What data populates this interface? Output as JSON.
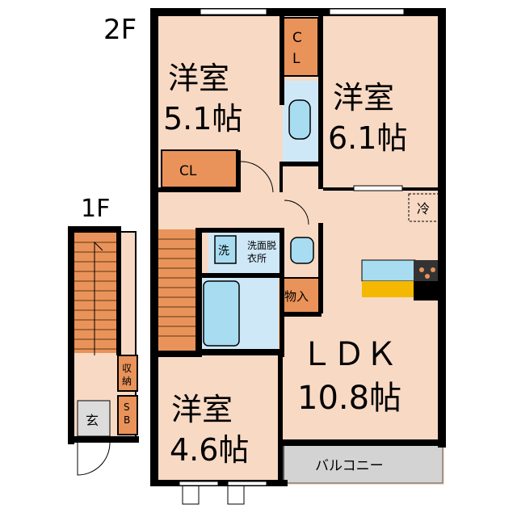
{
  "floors": {
    "upper": "2F",
    "lower": "1F"
  },
  "rooms": {
    "bedroom_a": {
      "name": "洋室",
      "size": "5.1帖"
    },
    "bedroom_b": {
      "name": "洋室",
      "size": "6.1帖"
    },
    "bedroom_c": {
      "name": "洋室",
      "size": "4.6帖"
    },
    "ldk": {
      "name": "ＬＤＫ",
      "size": "10.8帖"
    }
  },
  "labels": {
    "closet": "CL",
    "closet_vertical_1": "C",
    "closet_vertical_2": "L",
    "fridge": "冷",
    "washer": "洗",
    "washroom_line1": "洗面脱",
    "washroom_line2": "衣所",
    "storage": "物入",
    "balcony": "バルコニー",
    "entrance": "玄",
    "shoe_box_1": "S",
    "shoe_box_2": "B",
    "storage_1f_1": "収",
    "storage_1f_2": "納"
  },
  "colors": {
    "room_fill": "#f8d9c4",
    "wall": "#000000",
    "closet_fill": "#e9935a",
    "wet_area_fill": "#cfe8f8",
    "fixture_fill": "#a8dcf0",
    "kitchen_counter": "#f5b800",
    "balcony_fill": "#d3d3d3"
  }
}
